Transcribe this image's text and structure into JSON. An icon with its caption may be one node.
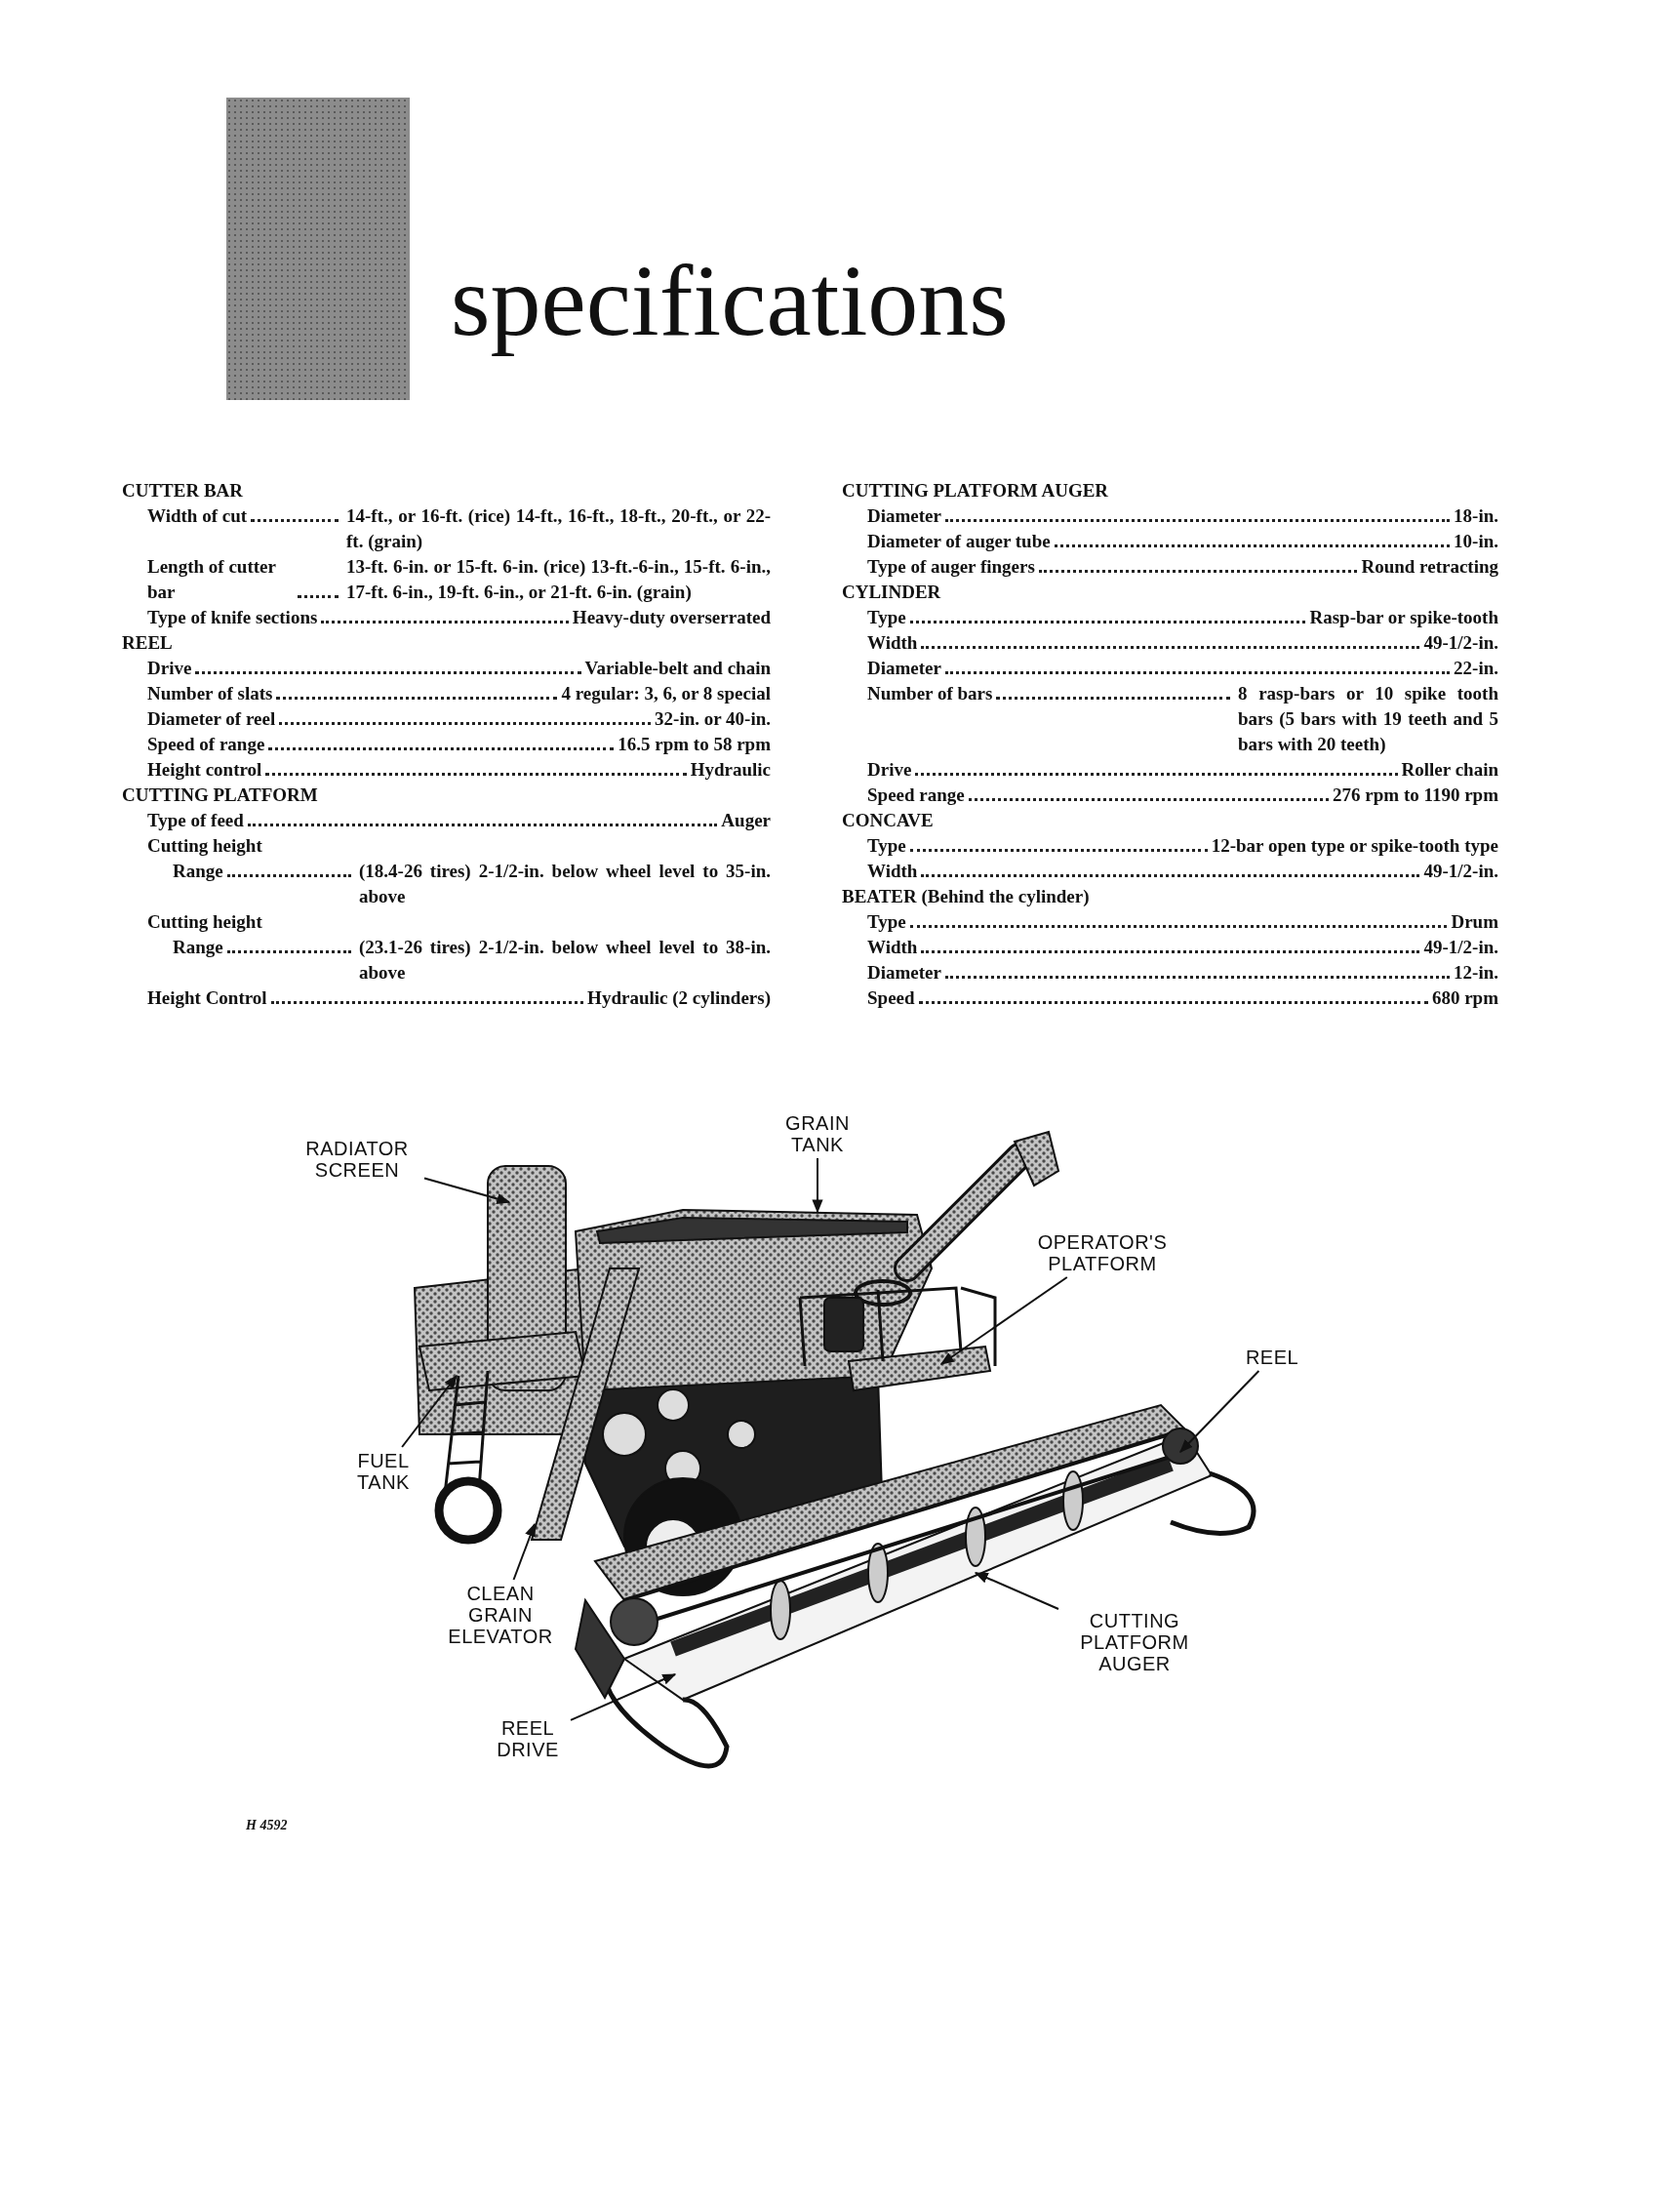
{
  "diagram": {
    "title": "specifications",
    "nodes": [
      {
        "text": [
          "GRAIN TANK"
        ]
      },
      {
        "text": [
          "RADIATOR SCREEN"
        ]
      },
      {
        "text": [
          "OPERATOR'S PLATFORM"
        ]
      },
      {
        "text": [
          "REEL"
        ]
      },
      {
        "text": [
          "FUEL TANK"
        ]
      },
      {
        "text": [
          "CLEAN GRAIN ELEVATOR"
        ]
      },
      {
        "text": [
          "CUTTING PLATFORM AUGER"
        ]
      },
      {
        "text": [
          "REEL DRIVE"
        ]
      }
    ],
    "edges": [
      {
        "from": 0,
        "to": null,
        "arrow": "to"
      },
      {
        "from": 1,
        "to": null,
        "arrow": "to"
      },
      {
        "from": 2,
        "to": null,
        "arrow": "to"
      },
      {
        "from": 3,
        "to": null,
        "arrow": "to"
      },
      {
        "from": 4,
        "to": null,
        "arrow": "to"
      },
      {
        "from": 5,
        "to": null,
        "arrow": "to"
      },
      {
        "from": 6,
        "to": null,
        "arrow": "to"
      },
      {
        "from": 7,
        "to": null,
        "arrow": "to"
      }
    ],
    "labels": [
      "CUTTER BAR",
      "Width of cut",
      "14-ft., or 16-ft. (rice) 14-ft., 16-ft., 18-ft., 20-ft., or 22-ft. (grain)",
      "Length of cutter bar",
      "13-ft. 6-in. or 15-ft. 6-in. (rice) 13-ft.-6-in., 15-ft. 6-in., 17-ft. 6-in., 19-ft. 6-in., or 21-ft. 6-in. (grain)",
      "Type of knife sections",
      "Heavy-duty overserrated",
      "REEL",
      "Drive",
      "Variable-belt and chain",
      "Number of slats",
      "4 regular: 3, 6, or 8 special",
      "Diameter of reel",
      "32-in. or 40-in.",
      "Speed of range",
      "16.5 rpm to 58 rpm",
      "Height control",
      "Hydraulic",
      "CUTTING PLATFORM",
      "Type of feed",
      "Auger",
      "Cutting height",
      "Range",
      "(18.4-26 tires) 2-1/2-in. below wheel level to 35-in. above",
      "Cutting height",
      "Range",
      "(23.1-26 tires) 2-1/2-in. below wheel level to 38-in. above",
      "Height Control",
      "Hydraulic (2 cylinders)",
      "CUTTING PLATFORM AUGER",
      "Diameter",
      "18-in.",
      "Diameter of auger tube",
      "10-in.",
      "Type of auger fingers",
      "Round retracting",
      "CYLINDER",
      "Type",
      "Rasp-bar or spike-tooth",
      "Width",
      "49-1/2-in.",
      "Diameter",
      "22-in.",
      "Number of bars",
      "8 rasp-bars or 10 spike tooth bars (5 bars with 19 teeth and 5 bars with 20 teeth)",
      "Drive",
      "Roller chain",
      "Speed range",
      "276 rpm to 1190 rpm",
      "CONCAVE",
      "Type",
      "12-bar open type or spike-tooth type",
      "Width",
      "49-1/2-in.",
      "BEATER (Behind the cylinder)",
      "Type",
      "Drum",
      "Width",
      "49-1/2-in.",
      "Diameter",
      "12-in.",
      "Speed",
      "680 rpm",
      "H 4592"
    ]
  }
}
